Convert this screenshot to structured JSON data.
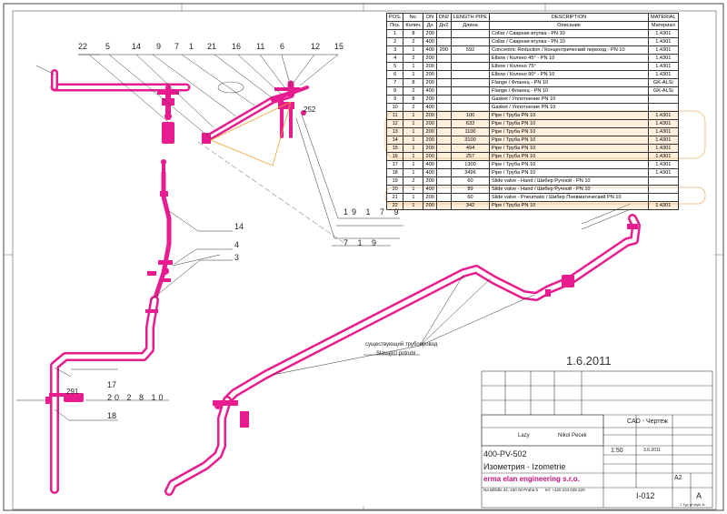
{
  "bom": {
    "headers_en": [
      "POS.",
      "No.",
      "DN",
      "DN2",
      "LENGTH PIPE",
      "DESCRIPTION",
      "MATERIAL"
    ],
    "headers_ru": [
      "Поз.",
      "Колич.",
      "Дн",
      "Дн2",
      "Длина",
      "Описание",
      "Материал"
    ],
    "rows": [
      [
        "1",
        "8",
        "200",
        "",
        "",
        "Collar / Сварная втулка - PN 10",
        "1.4301"
      ],
      [
        "2",
        "2",
        "400",
        "",
        "",
        "Collar / Сварная втулка - PN 10",
        "1.4301"
      ],
      [
        "3",
        "1",
        "400",
        "200",
        "592",
        "Concentric Reduction / Концентрический переход - PN 10",
        "1.4301"
      ],
      [
        "4",
        "2",
        "200",
        "",
        "",
        "Elbow / Колено 45° - PN 10",
        "1.4301"
      ],
      [
        "5",
        "1",
        "200",
        "",
        "",
        "Elbow / Колено 75°",
        "1.4301"
      ],
      [
        "6",
        "1",
        "200",
        "",
        "",
        "Elbow / Колено 90° - PN 10",
        "1.4301"
      ],
      [
        "7",
        "8",
        "200",
        "",
        "",
        "Flange / Фланец - PN 10",
        "GK-ALSi"
      ],
      [
        "8",
        "2",
        "400",
        "",
        "",
        "Flange / Фланец - PN 10",
        "GK-ALSi"
      ],
      [
        "9",
        "8",
        "200",
        "",
        "",
        "Gasket / Уплотнение PN 10",
        ""
      ],
      [
        "10",
        "2",
        "400",
        "",
        "",
        "Gasket / Уплотнение PN 10",
        ""
      ],
      [
        "11",
        "1",
        "200",
        "",
        "100",
        "Pipe / Труба PN 10",
        "1.4301"
      ],
      [
        "12",
        "1",
        "200",
        "",
        "633",
        "Pipe / Труба PN 10",
        "1.4301"
      ],
      [
        "13",
        "1",
        "200",
        "",
        "1100",
        "Pipe / Труба PN 10",
        "1.4301"
      ],
      [
        "14",
        "1",
        "200",
        "",
        "3100",
        "Pipe / Труба PN 10",
        "1.4301"
      ],
      [
        "15",
        "1",
        "200",
        "",
        "494",
        "Pipe / Труба PN 10",
        "1.4301"
      ],
      [
        "16",
        "1",
        "200",
        "",
        "257",
        "Pipe / Труба PN 10",
        "1.4301"
      ],
      [
        "17",
        "1",
        "400",
        "",
        "1300",
        "Pipe / Труба PN 10",
        "1.4301"
      ],
      [
        "18",
        "1",
        "400",
        "",
        "3496",
        "Pipe / Труба PN 10",
        "1.4301"
      ],
      [
        "19",
        "2",
        "200",
        "",
        "60",
        "Slide valve - Hand / Шибер Ручной - PN 10",
        ""
      ],
      [
        "20",
        "1",
        "400",
        "",
        "89",
        "Slide valve - Hand / Шибер Ручной - PN 10",
        ""
      ],
      [
        "21",
        "1",
        "200",
        "",
        "60",
        "Slide valve - Pneumatic / Шибер Пневматический PN 10",
        ""
      ],
      [
        "22",
        "1",
        "200",
        "",
        "342",
        "Pipe / Труба PN 10",
        "1.4301"
      ]
    ]
  },
  "callouts": {
    "top_row": [
      "22",
      "5",
      "14",
      "9",
      "7",
      "1",
      "21",
      "16",
      "11",
      "6",
      "12",
      "15"
    ],
    "row_a": "19  1  7  9",
    "row_b": "7  1  9",
    "mid_14": "14",
    "mid_4": "4",
    "mid_3": "3",
    "low_17": "17",
    "low_291": "291",
    "low_row": "20  2  8  10",
    "low_18": "18",
    "dim_252": "252",
    "existing_pipe_ru": "существующий трубопровод",
    "existing_pipe_cz": "Stávající potrubí"
  },
  "date_text": "1.6.2011",
  "title_block": {
    "cad": "CAD - Чертеж",
    "draw_no": "400-PV-502",
    "subtitle": "Изометрия - Izometrie",
    "company": "erma elan engineering s.r.o.",
    "address": "Na Bělidle 34, 150 00 Praha 5",
    "phone": "tel: +420 234 035 220",
    "scale": "1:50",
    "sheet_no": "I-012",
    "rev": "A",
    "size": "A2",
    "date_small": "3.6.2011",
    "name1": "Lazy",
    "name2": "Nikol Pecek",
    "page_note": "1  Typ of style N"
  }
}
